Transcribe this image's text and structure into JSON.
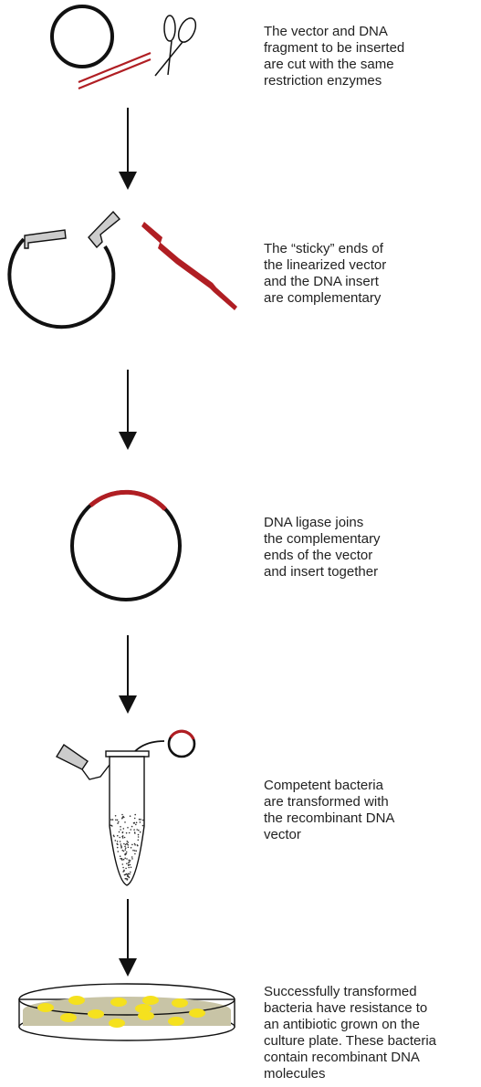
{
  "colors": {
    "insert_red": "#b01e23",
    "outline": "#111111",
    "tab_grey": "#cccccc",
    "agar": "#c8c4a6",
    "colony_yellow": "#f5e11e"
  },
  "steps": [
    {
      "caption": "The vector and DNA\nfragment to be inserted\nare cut with the same\nrestriction enzymes"
    },
    {
      "caption": "The “sticky” ends of\nthe linearized vector\nand the DNA insert\nare complementary"
    },
    {
      "caption": "DNA ligase joins\nthe complementary\nends of the vector\nand insert together"
    },
    {
      "caption": "Competent bacteria\nare transformed with\nthe recombinant DNA\nvector"
    },
    {
      "caption": "Successfully transformed\nbacteria have resistance to\nan antibiotic grown on the\nculture plate. These bacteria\ncontain recombinant DNA\nmolecules"
    }
  ]
}
